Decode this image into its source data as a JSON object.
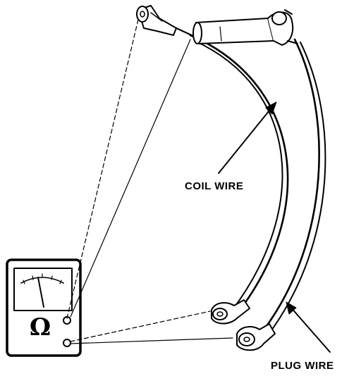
{
  "labels": {
    "coil_wire": "COIL WIRE",
    "plug_wire": "PLUG WIRE"
  },
  "meter": {
    "symbol": "Ω",
    "icon": "ohmmeter-icon"
  },
  "colors": {
    "ink": "#000000",
    "paper": "#ffffff"
  }
}
